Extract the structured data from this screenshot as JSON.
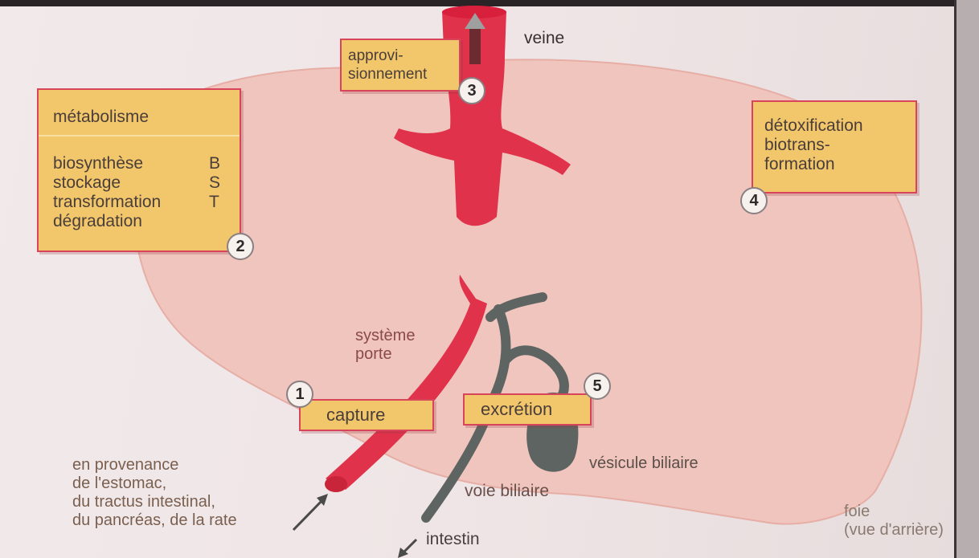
{
  "labels": {
    "veine": "veine",
    "porte": [
      "système",
      "porte"
    ],
    "source": [
      "en provenance",
      "de l'estomac,",
      "du tractus intestinal,",
      "du pancréas, de la rate"
    ],
    "voie_biliaire": "voie biliaire",
    "vesicule": "vésicule biliaire",
    "intestin": "intestin",
    "foie": [
      "foie",
      "(vue d'arrière)"
    ]
  },
  "boxes": {
    "approvisionnement": {
      "lines": [
        "approvi-",
        "sionnement"
      ],
      "number": "3"
    },
    "metabolisme": {
      "title": "métabolisme",
      "items": [
        {
          "label": "biosynthèse",
          "code": "B"
        },
        {
          "label": "stockage",
          "code": "S"
        },
        {
          "label": "transformation",
          "code": "T"
        },
        {
          "label": "dégradation",
          "code": ""
        }
      ],
      "number": "2"
    },
    "detoxification": {
      "lines": [
        "détoxification",
        "biotrans-",
        "formation"
      ],
      "number": "4"
    },
    "capture": {
      "label": "capture",
      "number": "1"
    },
    "excretion": {
      "label": "excrétion",
      "number": "5"
    }
  },
  "colors": {
    "liver": "#f0c5bd",
    "vessel": "#e0324a",
    "bile": "#5e6462",
    "box_fill": "#f2c66b",
    "box_border": "#d8455a"
  }
}
